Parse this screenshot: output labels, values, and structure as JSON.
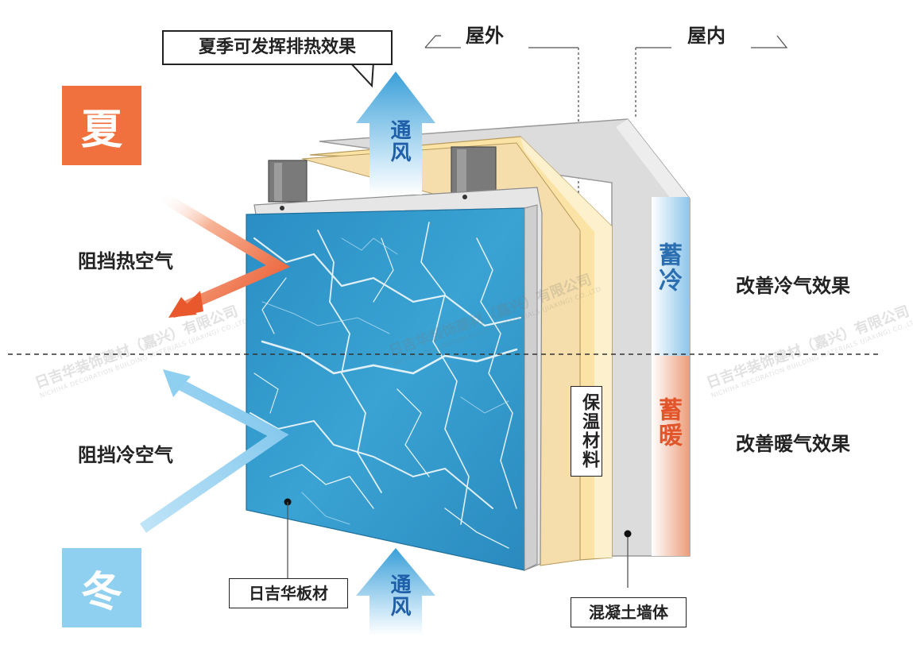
{
  "seasons": {
    "summer": "夏",
    "winter": "冬"
  },
  "summer_callout": "夏季可发挥排热效果",
  "ventilation_top": "通风",
  "ventilation_bottom": "通风",
  "outdoor": "屋外",
  "indoor": "屋内",
  "block_hot_air": "阻挡热空气",
  "block_cold_air": "阻挡冷空气",
  "store_cool": "蓄冷",
  "store_warm": "蓄暖",
  "improve_cooling": "改善冷气效果",
  "improve_heating": "改善暖气效果",
  "insulation": "保温材料",
  "panel_name": "日吉华板材",
  "concrete_wall": "混凝土墙体",
  "watermark": "日吉华装饰建材（嘉兴）有限公司",
  "watermark_en": "NICHIHA DECORATION BUILDING MATERIALS (JIAXING) CO.,LTD",
  "colors": {
    "summer": "#f0703e",
    "winter": "#8fd0f0",
    "panel_blue": "#2f95c8",
    "insulation": "#fbe6b0",
    "store_cool": "#2b6fb0",
    "store_warm": "#e2552a"
  }
}
